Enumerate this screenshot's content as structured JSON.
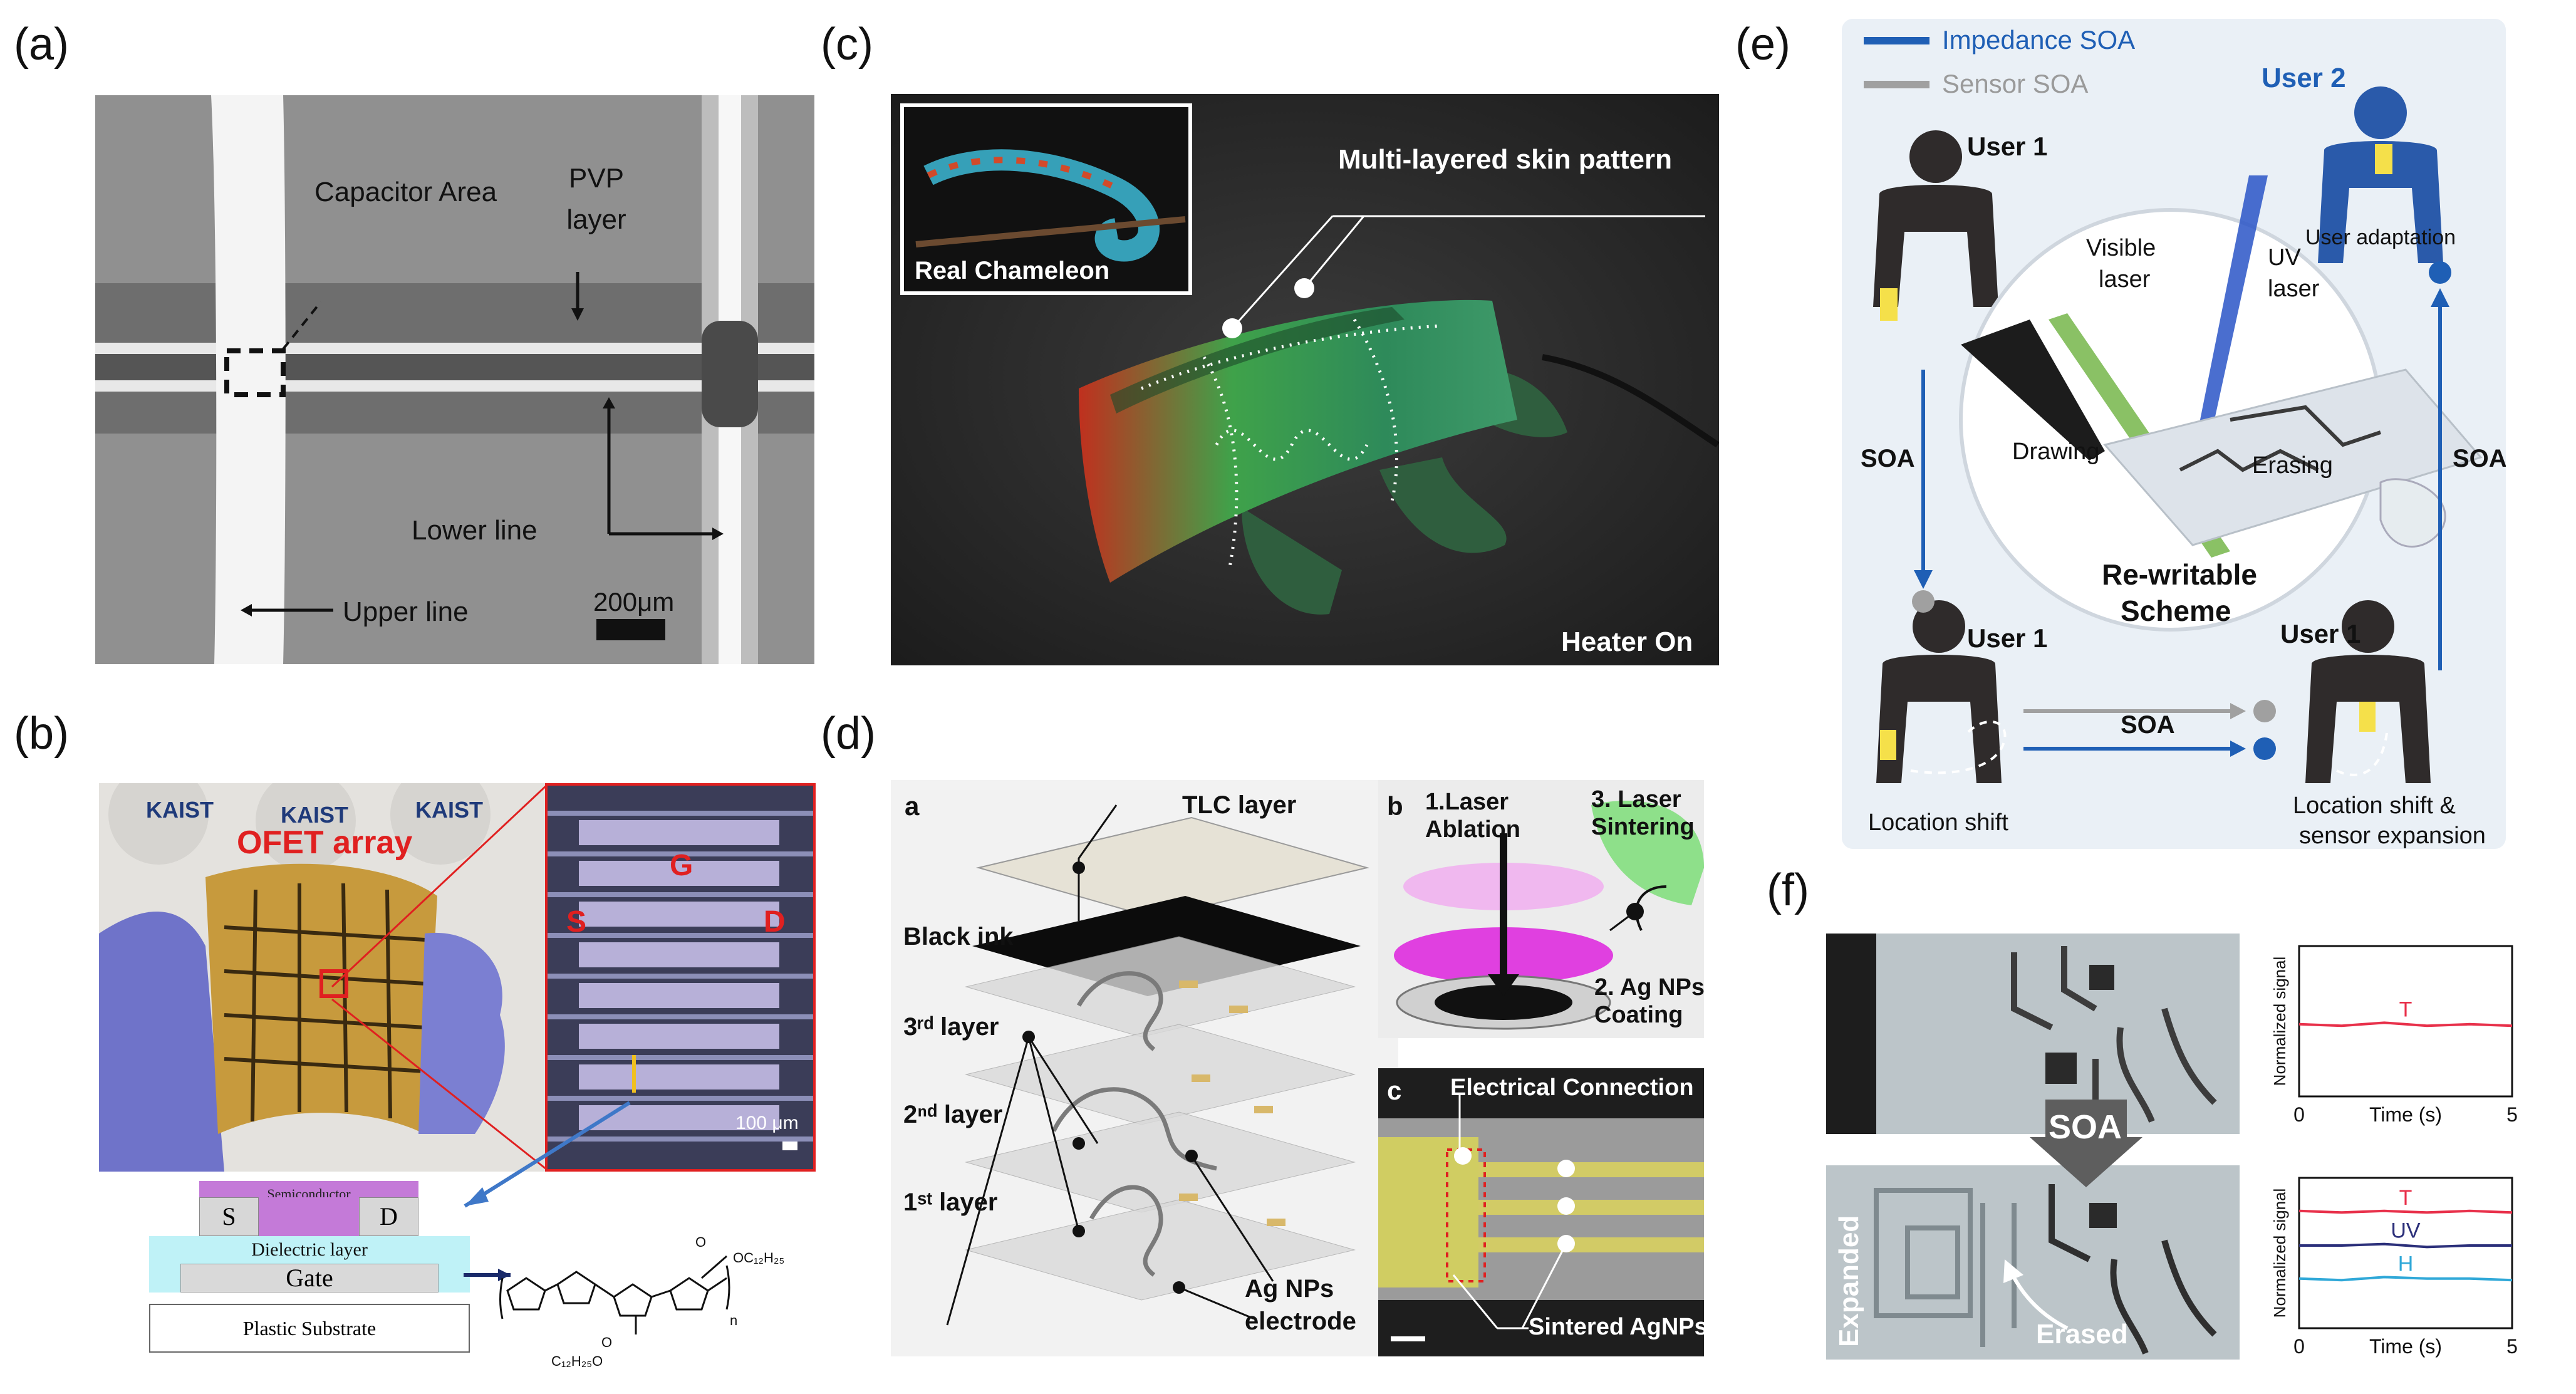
{
  "panel_labels": {
    "a": "(a)",
    "b": "(b)",
    "c": "(c)",
    "d": "(d)",
    "e": "(e)",
    "f": "(f)"
  },
  "panel_a": {
    "capacitor_area": "Capacitor Area",
    "pvp_layer": "PVP layer",
    "lower_line": "Lower line",
    "upper_line": "Upper line",
    "scale": "200μm"
  },
  "panel_b": {
    "kaist_1": "KAIST",
    "kaist_2": "KAIST",
    "kaist_3": "KAIST",
    "ofet_array": "OFET array",
    "s_label": "S",
    "g_label": "G",
    "d_label": "D",
    "scale": "100 μm",
    "device": {
      "s": "S",
      "d": "D",
      "semiconductor": "Semiconductor",
      "dielectric": "Dielectric layer",
      "gate": "Gate",
      "substrate": "Plastic Substrate"
    },
    "chem_top": "OC₁₂H₂₅",
    "chem_bottom": "C₁₂H₂₅O",
    "chem_n": "n",
    "chem_o1": "O",
    "chem_o2": "O"
  },
  "panel_c": {
    "skin_pattern": "Multi-layered skin pattern",
    "real_chameleon": "Real Chameleon",
    "heater_on": "Heater On"
  },
  "panel_d": {
    "sub_a": "a",
    "sub_b": "b",
    "sub_c": "c",
    "tlc_layer": "TLC layer",
    "black_ink": "Black ink",
    "layer3": "3ʳᵈ layer",
    "layer2": "2ⁿᵈ layer",
    "layer1": "1ˢᵗ layer",
    "ag_electrode_1": "Ag NPs",
    "ag_electrode_2": "electrode",
    "laser_ablation_1": "1.Laser",
    "laser_ablation_2": "Ablation",
    "laser_sintering_1": "3. Laser",
    "laser_sintering_2": "Sintering",
    "ag_coating_1": "2. Ag NPs",
    "ag_coating_2": "Coating",
    "electrical_connection": "Electrical Connection",
    "sintered": "Sintered AgNPs"
  },
  "panel_e": {
    "legend_impedance": "Impedance SOA",
    "legend_sensor": "Sensor SOA",
    "legend_colors": {
      "impedance": "#1f5fb5",
      "sensor": "#a0a0a0"
    },
    "user1_top": "User 1",
    "user2": "User 2",
    "user_adaptation": "User adaptation",
    "visible_laser_1": "Visible",
    "visible_laser_2": "laser",
    "uv_laser_1": "UV",
    "uv_laser_2": "laser",
    "drawing": "Drawing",
    "erasing": "Erasing",
    "rewritable_1": "Re-writable",
    "rewritable_2": "Scheme",
    "soa_left": "SOA",
    "soa_right": "SOA",
    "soa_bottom": "SOA",
    "user1_bottom_left": "User 1",
    "user1_bottom_right": "User 1",
    "location_shift": "Location shift",
    "location_expansion_1": "Location shift &",
    "location_expansion_2": "sensor expansion"
  },
  "panel_f": {
    "soa": "SOA",
    "expanded": "Expanded",
    "erased": "Erased",
    "colors": {
      "T": "#e8304a",
      "UV": "#2b2f7a",
      "H": "#2fa8d8"
    },
    "chart_data": [
      {
        "type": "line",
        "xlabel": "Time (s)",
        "ylabel": "Normalized signal",
        "xlim": [
          0,
          5
        ],
        "x_ticks": [
          "0",
          "5"
        ],
        "series": [
          {
            "name": "T",
            "x": [
              0,
              1,
              2,
              3,
              4,
              5
            ],
            "y": [
              0.48,
              0.47,
              0.49,
              0.47,
              0.48,
              0.47
            ]
          }
        ]
      },
      {
        "type": "line",
        "xlabel": "Time (s)",
        "ylabel": "Normalized signal",
        "xlim": [
          0,
          5
        ],
        "x_ticks": [
          "0",
          "5"
        ],
        "series": [
          {
            "name": "T",
            "x": [
              0,
              1,
              2,
              3,
              4,
              5
            ],
            "y": [
              0.78,
              0.77,
              0.78,
              0.77,
              0.78,
              0.77
            ]
          },
          {
            "name": "UV",
            "x": [
              0,
              1,
              2,
              3,
              4,
              5
            ],
            "y": [
              0.55,
              0.55,
              0.56,
              0.54,
              0.55,
              0.55
            ]
          },
          {
            "name": "H",
            "x": [
              0,
              1,
              2,
              3,
              4,
              5
            ],
            "y": [
              0.33,
              0.32,
              0.34,
              0.33,
              0.33,
              0.32
            ]
          }
        ]
      }
    ]
  }
}
